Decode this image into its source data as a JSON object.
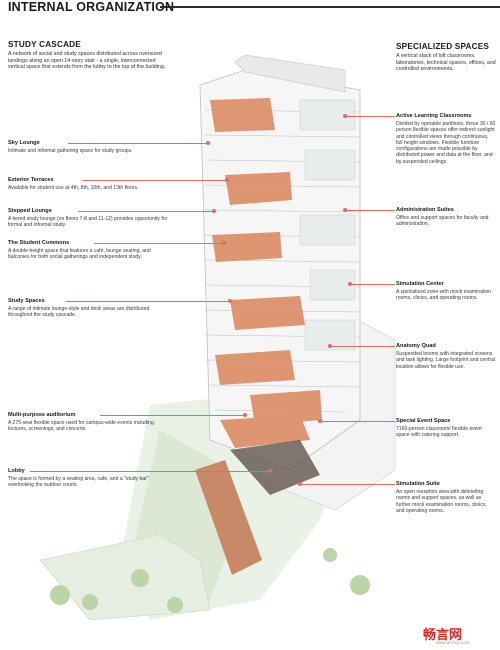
{
  "title": "INTERNAL ORGANIZATION",
  "left_header": {
    "heading": "STUDY CASCADE",
    "body": "A network of social and study spaces distributed across oversized landings along an open 14-story stair - a single, interconnected vertical space that extends from the lobby to the top of the building."
  },
  "right_header": {
    "heading": "SPECIALIZED SPACES",
    "body": "A vertical stack of loft classrooms, laboratories, technical spaces, offices, and controlled environments."
  },
  "left_labels": [
    {
      "title": "Sky Lounge",
      "body": "Intimate and informal gathering space for study groups."
    },
    {
      "title": "Exterior Terraces",
      "body": "Available for student use at 4th, 8th, 10th, and 13th floors."
    },
    {
      "title": "Stepped Lounge",
      "body": "A tiered study lounge (on floors 7-8 and 11-12) provides opportunity for formal and informal study."
    },
    {
      "title": "The Student Commons",
      "body": "A double-height space that features a café, lounge seating, and balconies for both social gatherings and independent study."
    },
    {
      "title": "Study Spaces",
      "body": "A range of intimate lounge-style and desk areas are distributed throughout the study cascade."
    },
    {
      "title": "Multi-purpose auditorium",
      "body": "A 275-seat flexible space used for campus-wide events including lectures, screenings, and concerts."
    },
    {
      "title": "Lobby",
      "body": "The space is formed by a seating area, cafe, and a \"study bar\" overlooking the outdoor courts."
    }
  ],
  "right_labels": [
    {
      "title": "Active Learning Classrooms",
      "body": "Divided by operable partitions, these 30 / 60 person flexible spaces offer indirect sunlight and controlled views through continuous, full height windows. Flexible furniture configurations are made possible by distributed power and data at the floor, and by suspended ceilings."
    },
    {
      "title": "Administration Suites",
      "body": "Office and support spaces for faculty and administration."
    },
    {
      "title": "Simulation Center",
      "body": "A specialized zone with mock examination rooms, clinics, and operating rooms."
    },
    {
      "title": "Anatomy Quad",
      "body": "Suspended booms with integrated screens and task lighting. Large footprint and central location allows for flexible use."
    },
    {
      "title": "Special Event Space",
      "body": "7160-person classroom/ flexible event space with catering support."
    },
    {
      "title": "Simulation Suite",
      "body": "An open reception area with debriefing rooms and support spaces, as well as further mock examination rooms, clinics, and operating rooms."
    }
  ],
  "watermark": {
    "brand": "畅言网",
    "url": "www.archcy.com"
  },
  "colors": {
    "accent": "#e36a6a",
    "wood": "#d9865a",
    "glass": "#eef0f0"
  }
}
